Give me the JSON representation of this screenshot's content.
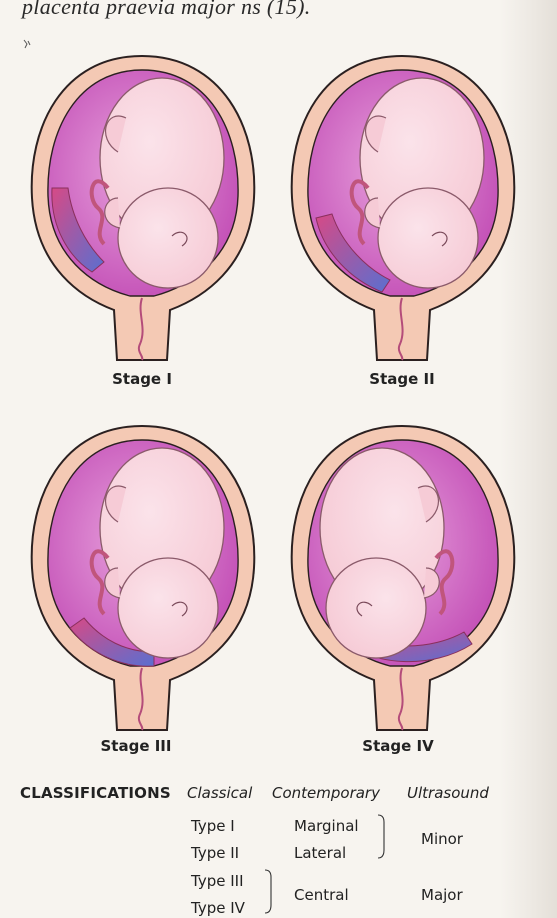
{
  "header": {
    "text": "placenta praevia major",
    "ref": "ns (15)."
  },
  "stages": [
    {
      "label": "Stage I"
    },
    {
      "label": "Stage II"
    },
    {
      "label": "Stage III"
    },
    {
      "label": "Stage IV"
    }
  ],
  "classifications": {
    "title": "CLASSIFICATIONS",
    "columns": [
      "Classical",
      "Contemporary",
      "Ultrasound"
    ],
    "classical": [
      "Type I",
      "Type II",
      "Type III",
      "Type IV"
    ],
    "contemporary": [
      "Marginal",
      "Lateral",
      "Central"
    ],
    "ultrasound": [
      "Minor",
      "Major"
    ]
  },
  "colors": {
    "skin": "#f6d7c4",
    "uterus_wall": "#f4c9b4",
    "uterus_outline": "#2b2020",
    "amniotic": "#c34fb6",
    "amniotic_light": "#e7a0dc",
    "fetus": "#f6cbd6",
    "placenta": "#d64a86",
    "placenta_blue": "#5a6fd0"
  }
}
